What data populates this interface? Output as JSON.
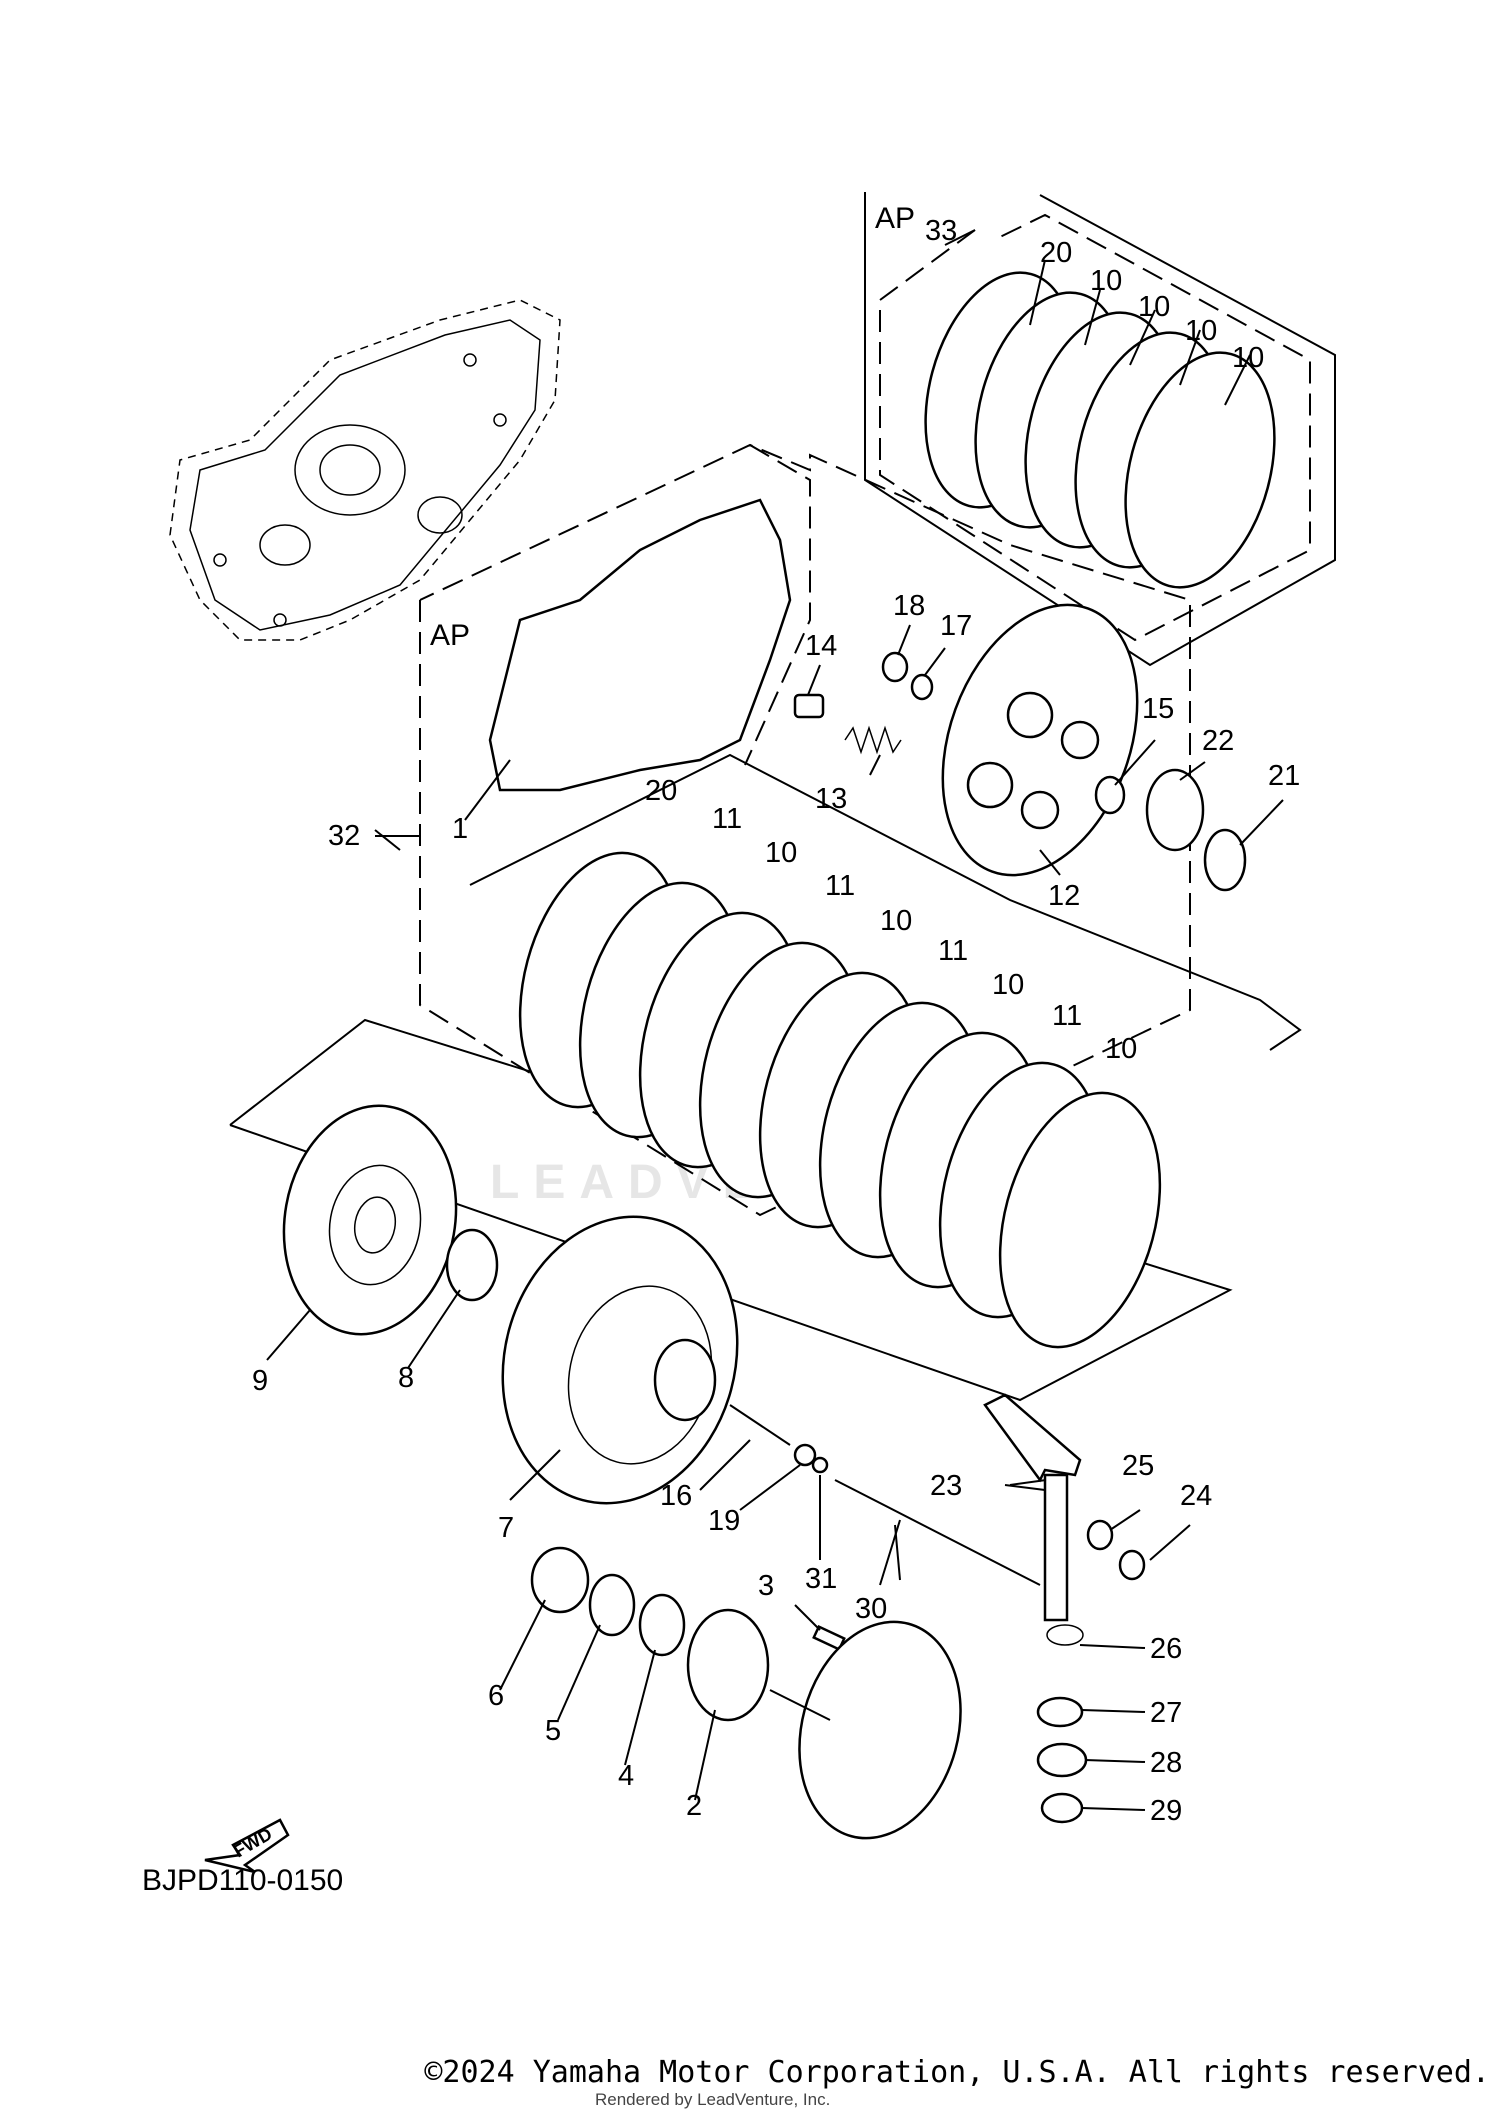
{
  "diagram": {
    "drawing_code": "BJPD110-0150",
    "fwd_label": "FWD",
    "kit_labels": {
      "upper": "AP",
      "lower": "AP"
    },
    "callouts": [
      "1",
      "2",
      "3",
      "4",
      "5",
      "6",
      "7",
      "8",
      "9",
      "10",
      "10",
      "10",
      "10",
      "10",
      "10",
      "10",
      "10",
      "11",
      "11",
      "11",
      "11",
      "12",
      "13",
      "14",
      "15",
      "16",
      "17",
      "18",
      "19",
      "20",
      "20",
      "21",
      "22",
      "23",
      "24",
      "25",
      "26",
      "27",
      "28",
      "29",
      "30",
      "31",
      "32",
      "33"
    ],
    "watermark": "LEADVENTURE"
  },
  "footer": {
    "copyright": "©2024 Yamaha Motor Corporation, U.S.A. All rights reserved.",
    "rendered_by": "Rendered by LeadVenture, Inc."
  }
}
